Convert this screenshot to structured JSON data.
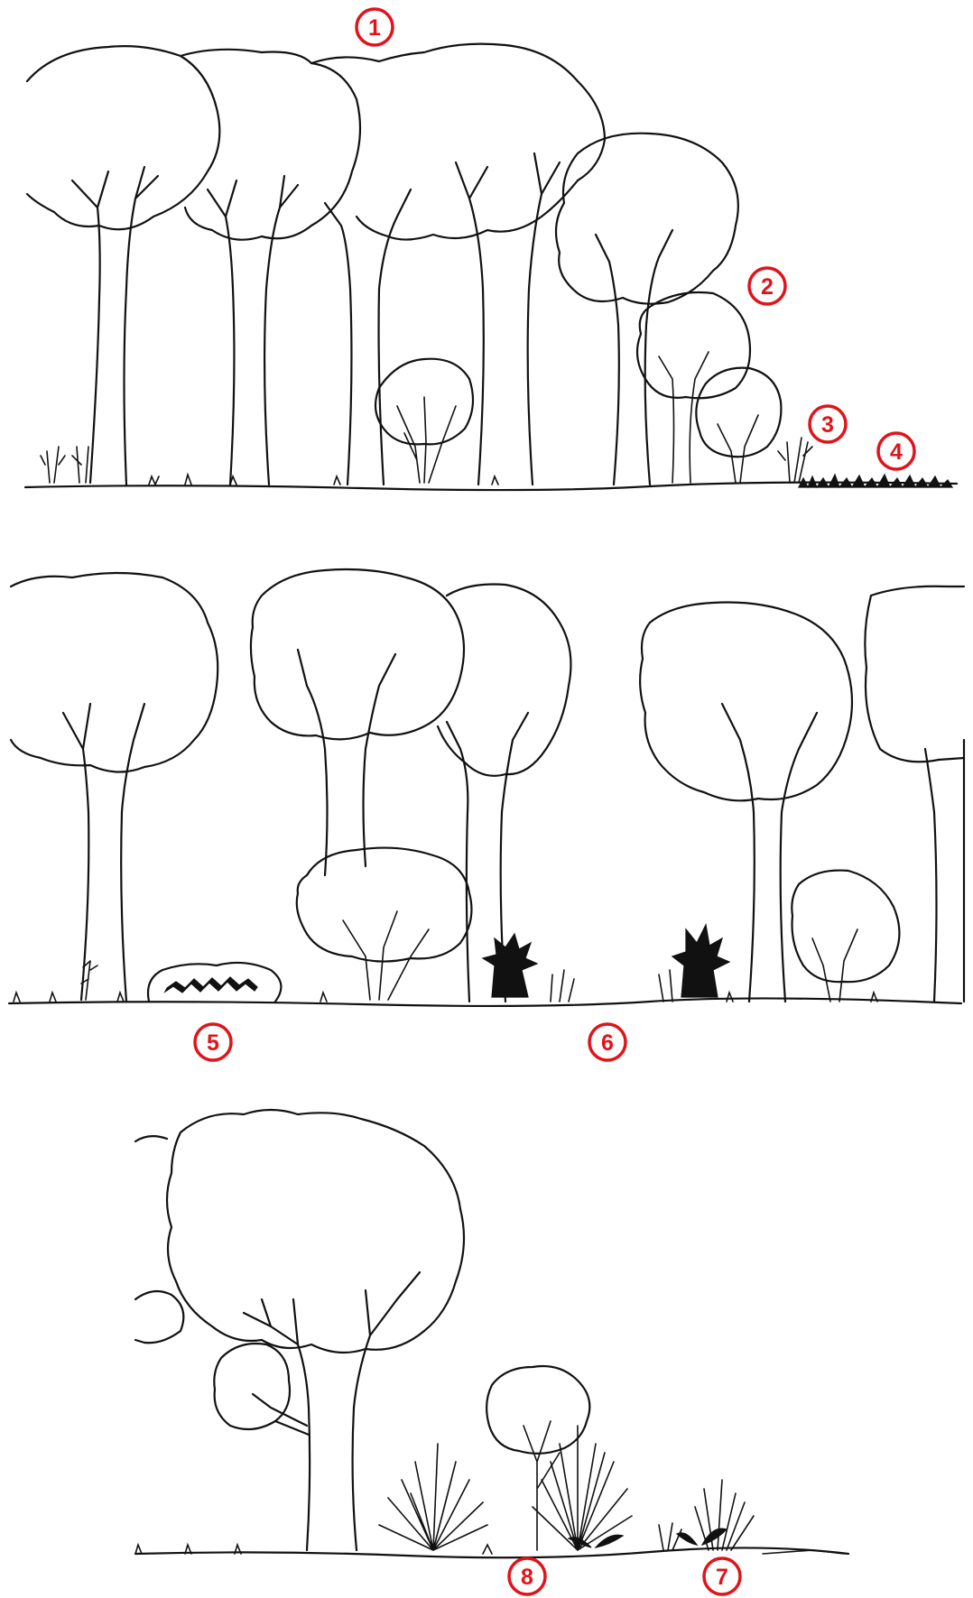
{
  "panels": [
    {
      "id": "panel-1",
      "description_markers": [
        "1",
        "2",
        "3",
        "4"
      ]
    },
    {
      "id": "panel-2",
      "description_markers": [
        "5",
        "6"
      ]
    },
    {
      "id": "panel-3",
      "description_markers": [
        "8",
        "7"
      ]
    }
  ],
  "markers": [
    {
      "id": "1",
      "label": "1"
    },
    {
      "id": "2",
      "label": "2"
    },
    {
      "id": "3",
      "label": "3"
    },
    {
      "id": "4",
      "label": "4"
    },
    {
      "id": "5",
      "label": "5"
    },
    {
      "id": "6",
      "label": "6"
    },
    {
      "id": "7",
      "label": "7"
    },
    {
      "id": "8",
      "label": "8"
    }
  ],
  "colors": {
    "ink": "#111111",
    "marker": "#e0141a",
    "background": "#ffffff"
  }
}
